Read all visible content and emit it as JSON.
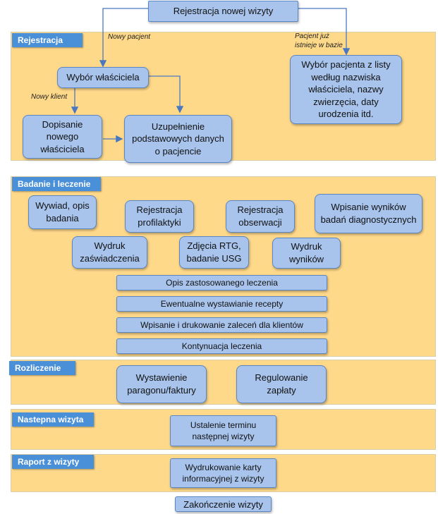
{
  "top": {
    "label": "Rejestracja  nowej wizyty"
  },
  "branches": {
    "new_patient": "Nowy pacjent",
    "existing": "Pacjent już\nistnieje w bazie",
    "new_client": "Nowy klient"
  },
  "sections": {
    "registration": {
      "title": "Rejestracja",
      "owner_select": "Wybór właściciela",
      "add_owner": "Dopisanie\nnowego\nwłaściciela",
      "complete_patient": "Uzupełnienie\npodstawowych danych\no  pacjencie",
      "patient_select": "Wybór pacjenta z listy\nwedług nazwiska\nwłaściciela, nazwy\nzwierzęcia, daty\nurodzenia itd."
    },
    "exam": {
      "title": "Badanie i leczenie",
      "interview": "Wywiad, opis\nbadania",
      "prophylaxis": "Rejestracja\nprofilaktyki",
      "observation": "Rejestracja\nobserwacji",
      "diag_results": "Wpisanie wyników\nbadań diagnostycznych",
      "certificate": "Wydruk\nzaświadczenia",
      "rtg": "Zdjęcia RTG,\nbadanie USG",
      "results_print": "Wydruk\nwyników",
      "treatment_desc": "Opis zastosowanego leczenia",
      "prescription": "Ewentualne wystawianie recepty",
      "recommendations": "Wpisanie i drukowanie zaleceń dla klientów",
      "continuation": "Kontynuacja leczenia"
    },
    "billing": {
      "title": "Rozliczenie",
      "invoice": "Wystawienie\nparagonu/faktury",
      "payment": "Regulowanie\nzapłaty"
    },
    "next_visit": {
      "title": "Nastepna wizyta",
      "schedule": "Ustalenie terminu\nnastępnej wizyty"
    },
    "report": {
      "title": "Raport z wizyty",
      "print_card": "Wydrukowanie karty\ninformacyjnej z wizyty"
    }
  },
  "end": {
    "label": "Zakończenie wizyty"
  },
  "colors": {
    "section_bg": "#ffd98a",
    "box_fill": "#a8c4ec",
    "box_border": "#5a86c4",
    "label_bg": "#4a90d9",
    "arrow": "#4a78c0"
  }
}
